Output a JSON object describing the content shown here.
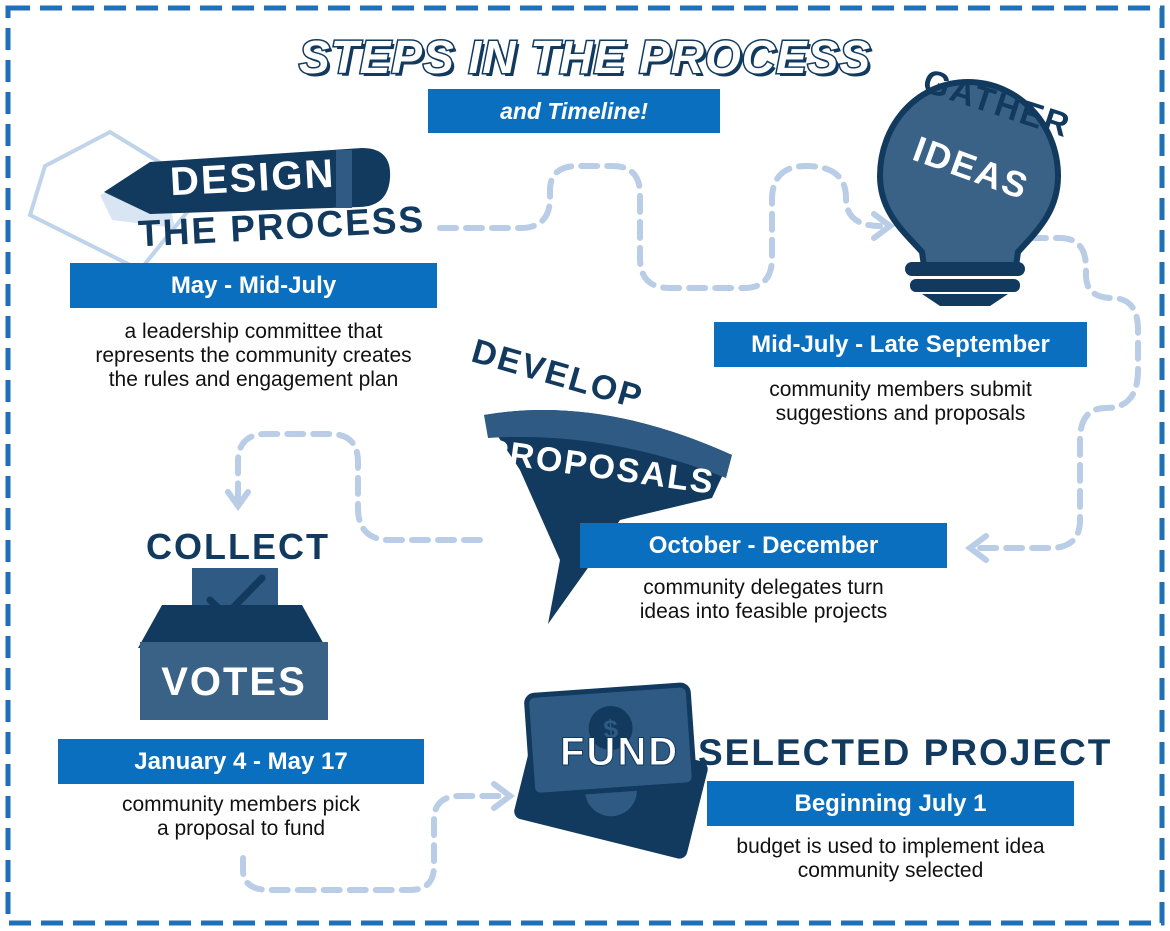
{
  "title": "STEPS IN THE PROCESS",
  "subtitle": "and Timeline!",
  "colors": {
    "navy": "#123a5f",
    "blue": "#0a6fbf",
    "mid_blue": "#2f5a83",
    "light_path": "#b9cde6",
    "border": "#1f6fb9"
  },
  "steps": [
    {
      "stage_line1": "DESIGN",
      "stage_line2": "THE PROCESS",
      "dates": "May - Mid-July",
      "desc_lines": [
        "a leadership committee that",
        "represents the community creates",
        "the rules and engagement plan"
      ],
      "icon": "pencil-icon"
    },
    {
      "stage_line1": "GATHER",
      "stage_line2": "IDEAS",
      "dates": "Mid-July - Late September",
      "desc_lines": [
        "community members submit",
        "suggestions and proposals"
      ],
      "icon": "lightbulb-icon"
    },
    {
      "stage_line1": "DEVELOP",
      "stage_line2": "PROPOSALS",
      "dates": "October - December",
      "desc_lines": [
        "community delegates turn",
        "ideas into feasible projects"
      ],
      "icon": "funnel-icon"
    },
    {
      "stage_line1": "COLLECT",
      "stage_line2": "VOTES",
      "dates": "January 4 - May 17",
      "desc_lines": [
        "community members pick",
        "a proposal to fund"
      ],
      "icon": "ballot-box-icon"
    },
    {
      "stage_line1": "FUND",
      "stage_line2": "SELECTED PROJECT",
      "dates": "Beginning July 1",
      "desc_lines": [
        "budget is used to implement idea",
        "community selected"
      ],
      "icon": "money-icon"
    }
  ]
}
